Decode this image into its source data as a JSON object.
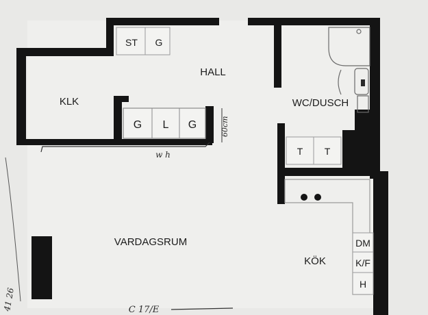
{
  "rooms": {
    "hall": "HALL",
    "klk": "KLK",
    "wc_dusch": "WC/DUSCH",
    "vardagsrum": "VARDAGSRUM",
    "kok": "KÖK"
  },
  "cabinets": {
    "hall_top": [
      "ST",
      "G"
    ],
    "hall_middle": [
      "G",
      "L",
      "G"
    ],
    "bath_lower": [
      "T",
      "T"
    ],
    "kitchen_right": [
      "DM",
      "K/F",
      "H"
    ]
  },
  "annotations": {
    "dimension_top": "60cm",
    "wardrobe_line": "w h",
    "bottom_note": "C 17/E",
    "margin_note": "41 26"
  }
}
